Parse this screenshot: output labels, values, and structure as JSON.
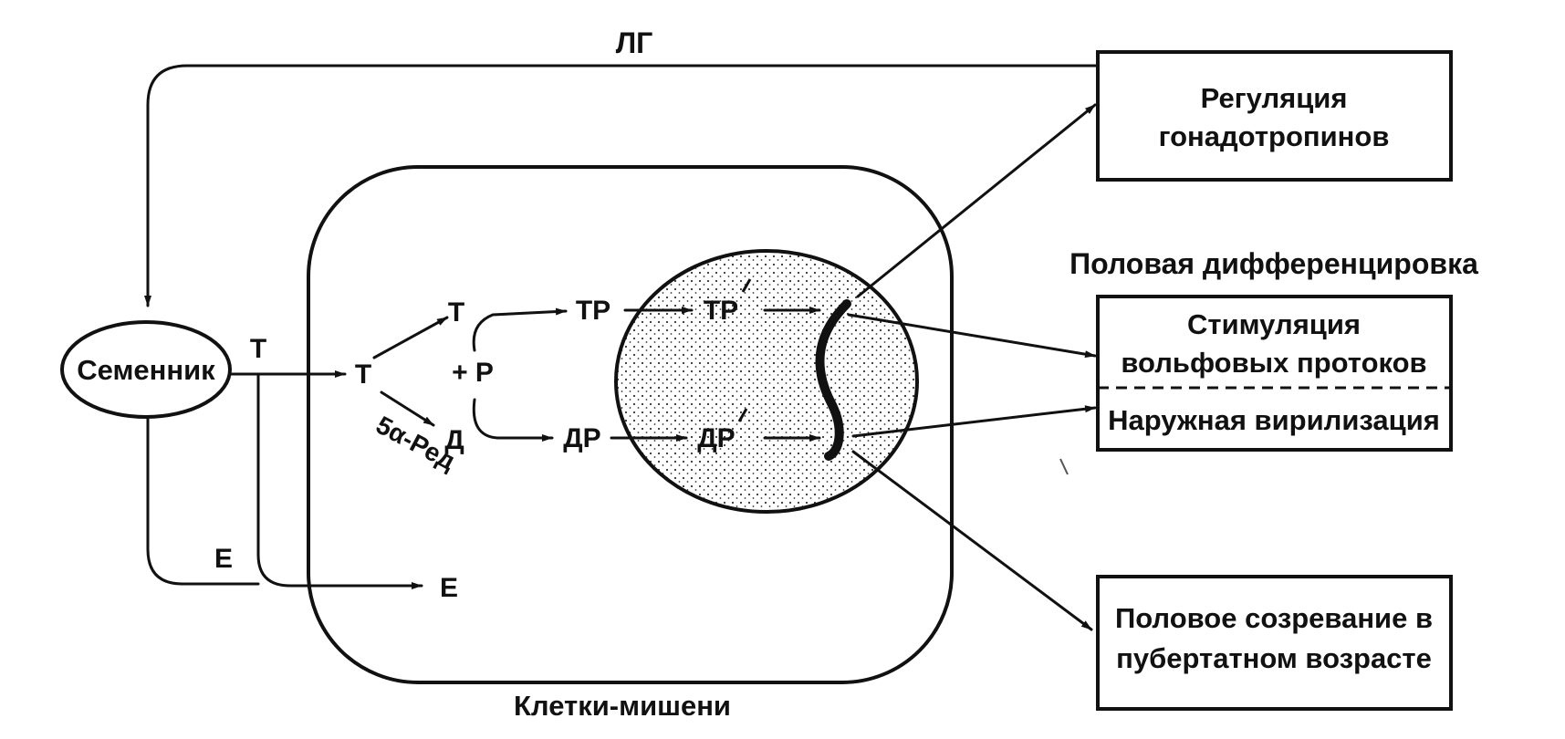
{
  "labels": {
    "lg": "ЛГ",
    "testis": "Семенник",
    "t_out": "Т",
    "t_in": "Т",
    "t_top": "Т",
    "plus_r": "+ Р",
    "reductase": "5α-Ред",
    "d": "Д",
    "tr": "ТР",
    "dr": "ДР",
    "tr_star": "ТР",
    "dr_star": "ДР",
    "e_left": "Е",
    "e_right": "Е",
    "target_cells": "Клетки-мишени",
    "sex_diff_header": "Половая дифференцировка"
  },
  "boxes": {
    "regulation_line1": "Регуляция",
    "regulation_line2": "гонадотропинов",
    "wolffian_line1": "Стимуляция",
    "wolffian_line2": "вольфовых  протоков",
    "virilization": "Наружная  вирилизация",
    "puberty_line1": "Половое  созревание  в",
    "puberty_line2": "пубертатном  возрасте"
  }
}
